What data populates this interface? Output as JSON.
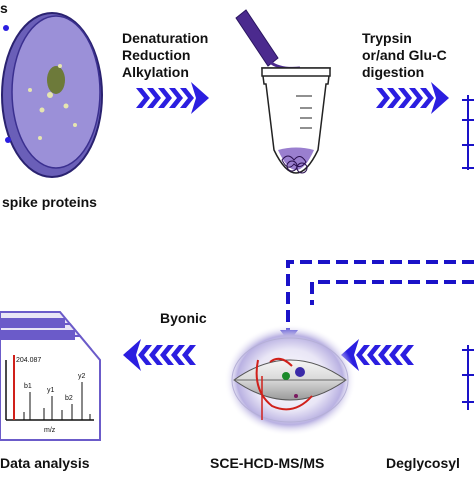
{
  "colors": {
    "arrow_blue": "#2b1ee0",
    "dish_purple": "#7b6fc6",
    "tube_purple": "#6a3fa0",
    "dashed_line": "#1a12c8",
    "spectrum_red": "#d0201a",
    "highlight_purple": "#6b5bc9"
  },
  "step1": {
    "label_top_partial": "s",
    "caption": "spike proteins"
  },
  "step2": {
    "line1": "Denaturation",
    "line2": "Reduction",
    "line3": "Alkylation"
  },
  "step3": {
    "line1": "Trypsin",
    "line2": "or/and Glu-C",
    "line3": "digestion"
  },
  "bottom": {
    "byonic": "Byonic",
    "data_analysis": "Data analysis",
    "ms_method": "SCE-HCD-MS/MS",
    "deglyco_partial": "Deglycosyl"
  },
  "spectrum": {
    "peak_label_top": "204.087",
    "ions": [
      "b1",
      "y1",
      "b2",
      "y2"
    ],
    "x_axis": "m/z"
  },
  "icons": {
    "arrow_right": "chevron-arrow-right-icon",
    "arrow_left": "chevron-arrow-left-icon",
    "dish": "petri-dish-icon",
    "tube": "microcentrifuge-tube-icon",
    "orbitrap": "orbitrap-icon"
  }
}
